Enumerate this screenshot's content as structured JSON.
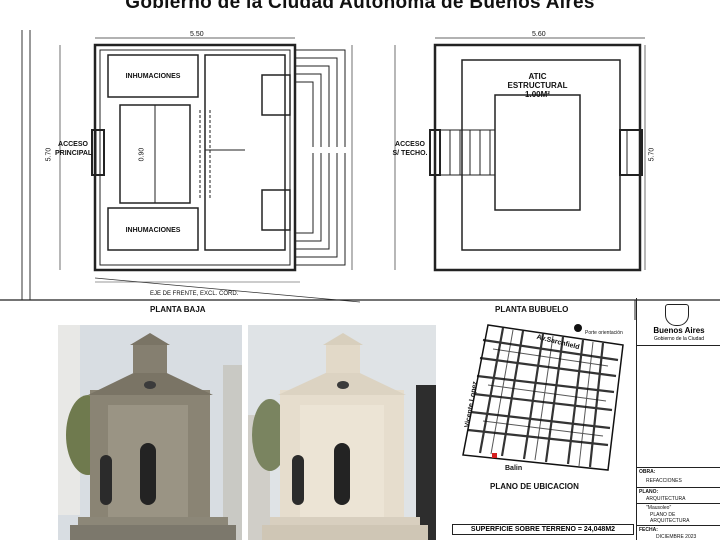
{
  "header": {
    "title": "Gobierno de la Ciudad Autónoma de Buenos Aires"
  },
  "plan_left": {
    "width_dim": "5.50",
    "height_dim": "5.70",
    "room_top": "INHUMACIONES",
    "room_bottom": "INHUMACIONES",
    "center_dim": "0.90",
    "access_line1": "ACCESO",
    "access_line2": "PRINCIPAL",
    "frontage_label": "EJE DE FRENTE, EXCL. CORD.",
    "caption": "PLANTA BAJA"
  },
  "plan_right": {
    "width_dim": "5.60",
    "height_dim": "5.70",
    "atic_line1": "ATIC",
    "atic_line2": "ESTRUCTURAL",
    "atic_line3": "1.00M²",
    "access_line1": "ACCESO",
    "access_line2": "S/ TECHO."
  },
  "location": {
    "title": "PLANTA BUBUELO",
    "legend": "Porte orientación",
    "street_1": "Av.Sarchfield",
    "street_2": "Vicente Lopez",
    "street_3": "Balin",
    "caption": "PLANO DE UBICACION",
    "surface": "SUPERFICIE SOBRE TERRENO = 24,048M2"
  },
  "title_block": {
    "brand": "Buenos Aires",
    "subbrand": "Gobierno de la Ciudad",
    "obra_key": "OBRA:",
    "obra_val": "REFACCIONES",
    "plano_key": "PLANO:",
    "plano_val": "ARQUITECTURA",
    "name_val": "\"Mausoleo\"",
    "name_val2": "PLANO DE",
    "name_val3": "ARQUITECTURA",
    "fecha_key": "FECHA:",
    "fecha_val": "DICIEMBRE 2023"
  },
  "colors": {
    "line": "#222222",
    "redmark": "#d42020"
  }
}
